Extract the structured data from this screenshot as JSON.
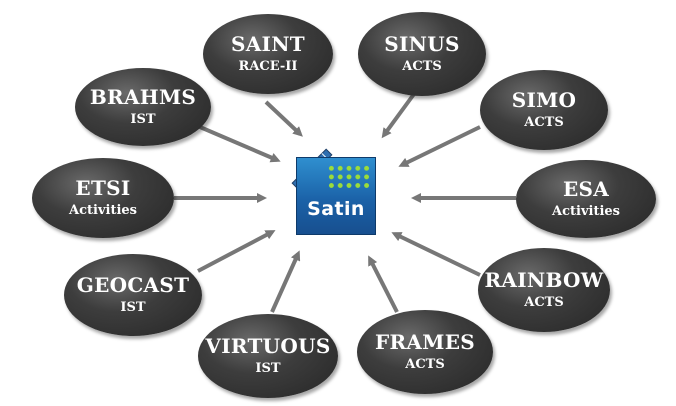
{
  "center": {
    "label": "Satin",
    "icon": "satellite-icon"
  },
  "nodes": [
    {
      "id": "saint",
      "title": "SAINT",
      "sub": "RACE-II"
    },
    {
      "id": "sinus",
      "title": "SINUS",
      "sub": "ACTS"
    },
    {
      "id": "brahms",
      "title": "BRAHMS",
      "sub": "IST"
    },
    {
      "id": "simo",
      "title": "SIMO",
      "sub": "ACTS"
    },
    {
      "id": "etsi",
      "title": "ETSI",
      "sub": "Activities"
    },
    {
      "id": "esa",
      "title": "ESA",
      "sub": "Activities"
    },
    {
      "id": "geocast",
      "title": "GEOCAST",
      "sub": "IST"
    },
    {
      "id": "rainbow",
      "title": "RAINBOW",
      "sub": "ACTS"
    },
    {
      "id": "virtuous",
      "title": "VIRTUOUS",
      "sub": "IST"
    },
    {
      "id": "frames",
      "title": "FRAMES",
      "sub": "ACTS"
    }
  ],
  "colors": {
    "node_fill": "#333333",
    "node_text": "#ffffff",
    "arrow": "#777777",
    "satin_blue": "#1b62a8",
    "satin_dots": "#9bdc3a"
  }
}
